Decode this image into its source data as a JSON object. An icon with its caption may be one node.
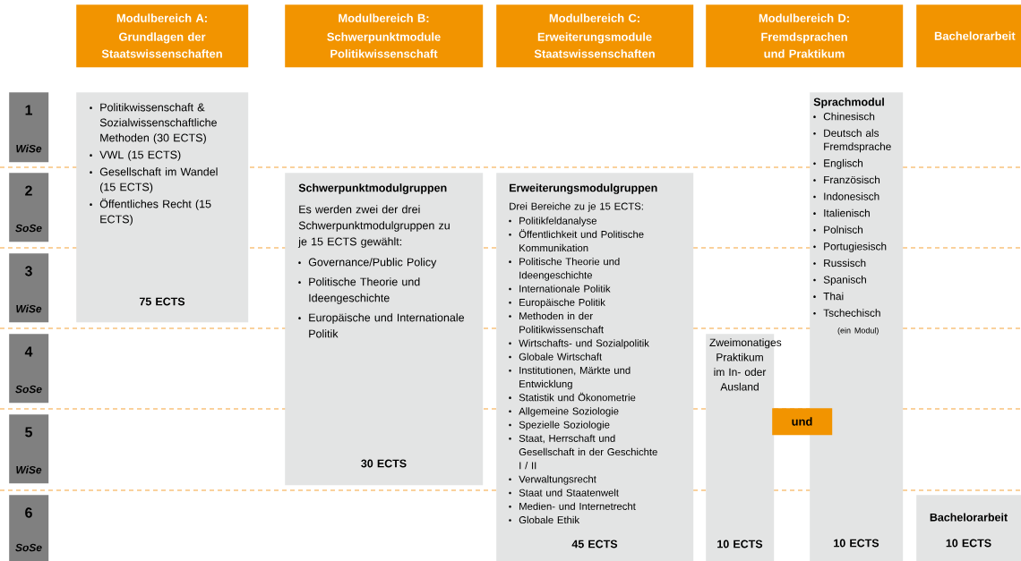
{
  "diagram": {
    "nodes": [
      {
        "text": [
          "Modulbereich A:",
          "Grundlagen der Staatswissenschaften"
        ]
      },
      {
        "text": [
          "Modulbereich B:",
          "Schwerpunktmodule Politikwissenschaft"
        ]
      },
      {
        "text": [
          "Modulbereich C:",
          "Erweiterungsmodule Staatswissenschaften"
        ]
      },
      {
        "text": [
          "Modulbereich D:",
          "Fremdsprachen und Praktikum"
        ]
      },
      {
        "text": [
          "Bachelorarbeit"
        ]
      },
      {
        "text": [
          "1",
          "WiSe"
        ]
      },
      {
        "text": [
          "2",
          "SoSe"
        ]
      },
      {
        "text": [
          "3",
          "WiSe"
        ]
      },
      {
        "text": [
          "4",
          "SoSe"
        ]
      },
      {
        "text": [
          "5",
          "WiSe"
        ]
      },
      {
        "text": [
          "6",
          "SoSe"
        ]
      },
      {
        "text": [
          "Politikwissenschaft & Sozialwissenschaftliche Methoden (30 ECTS)",
          "VWL (15 ECTS)",
          "Gesellschaft im Wandel (15 ECTS)",
          "Öffentliches Recht (15 ECTS)",
          "75 ECTS"
        ]
      },
      {
        "text": [
          "Schwerpunktmodulgruppen",
          "Es werden zwei der drei Schwerpunktmodulgruppen zu je 15 ECTS gewählt:",
          "Governance/Public Policy",
          "Politische Theorie und Ideengeschichte",
          "Europäische und Internationale Politik",
          "30 ECTS"
        ]
      },
      {
        "text": [
          "Erweiterungsmodulgruppen",
          "Drei Bereiche zu je 15 ECTS:",
          "Politikfeldanalyse",
          "Öffentlichkeit und Politische Kommunikation",
          "Politische Theorie und Ideengeschichte",
          "Internationale Politik",
          "Europäische Politik",
          "Methoden in der Politikwissenschaft",
          "Wirtschafts- und Sozialpolitik",
          "Globale Wirtschaft",
          "Institutionen, Märkte und Entwicklung",
          "Statistik und Ökonometrie",
          "Allgemeine Soziologie",
          "Spezielle Soziologie",
          "Staat, Herrschaft und Gesellschaft in der Geschichte I / II",
          "Verwaltungsrecht",
          "Staat und Staatenwelt",
          "Medien- und Internetrecht",
          "Globale Ethik",
          "45 ECTS"
        ]
      },
      {
        "text": [
          "Zweimonatiges Praktikum im In- oder Ausland",
          "10 ECTS"
        ]
      },
      {
        "text": [
          "Sprachmodul",
          "Chinesisch",
          "Deutsch als Fremdsprache",
          "Englisch",
          "Französisch",
          "Indonesisch",
          "Italienisch",
          "Polnisch",
          "Portugiesisch",
          "Russisch",
          "Spanisch",
          "Thai",
          "Tschechisch",
          "(ein Modul)",
          "10 ECTS"
        ]
      },
      {
        "text": [
          "und"
        ]
      },
      {
        "text": [
          "Bachelorarbeit",
          "10 ECTS"
        ]
      }
    ]
  }
}
